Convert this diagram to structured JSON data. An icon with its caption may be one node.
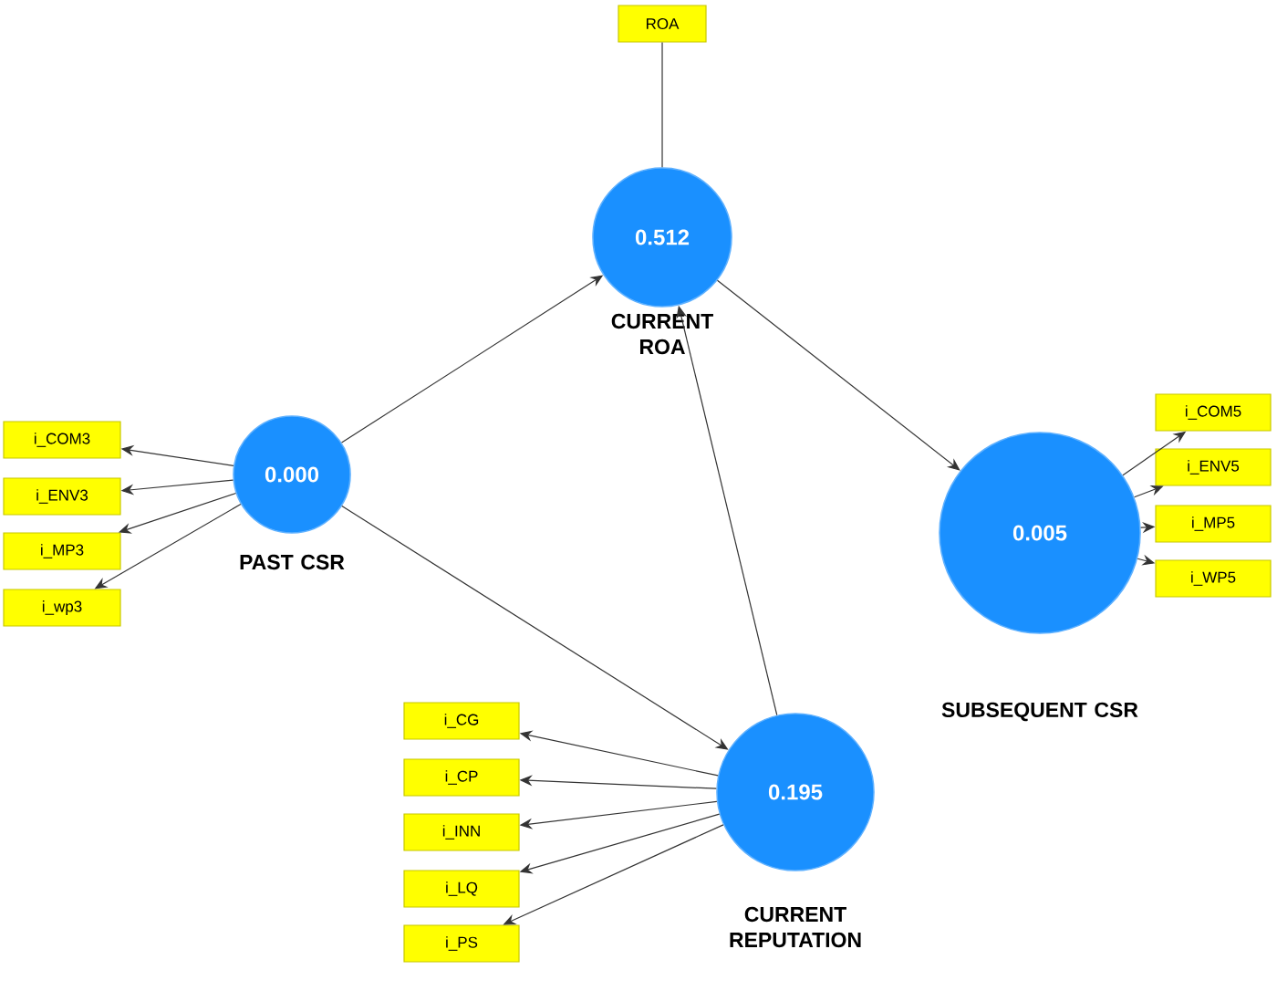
{
  "diagram": {
    "nodes": [
      {
        "text": [
          "ROA"
        ]
      },
      {
        "text": [
          "0.512",
          "CURRENT ROA"
        ]
      },
      {
        "text": [
          "i_COM3"
        ]
      },
      {
        "text": [
          "i_ENV3"
        ]
      },
      {
        "text": [
          "i_MP3"
        ]
      },
      {
        "text": [
          "i_wp3"
        ]
      },
      {
        "text": [
          "0.000",
          "PAST CSR"
        ]
      },
      {
        "text": [
          "i_COM5"
        ]
      },
      {
        "text": [
          "i_ENV5"
        ]
      },
      {
        "text": [
          "i_MP5"
        ]
      },
      {
        "text": [
          "i_WP5"
        ]
      },
      {
        "text": [
          "0.005",
          "SUBSEQUENT CSR"
        ]
      },
      {
        "text": [
          "0.195",
          "CURRENT REPUTATION"
        ]
      },
      {
        "text": [
          "i_CG"
        ]
      },
      {
        "text": [
          "i_CP"
        ]
      },
      {
        "text": [
          "i_INN"
        ]
      },
      {
        "text": [
          "i_LQ"
        ]
      },
      {
        "text": [
          "i_PS"
        ]
      }
    ],
    "edges": [
      {
        "from": 1,
        "to": 0,
        "arrow": "none"
      },
      {
        "from": 6,
        "to": 2,
        "arrow": "to"
      },
      {
        "from": 6,
        "to": 3,
        "arrow": "to"
      },
      {
        "from": 6,
        "to": 4,
        "arrow": "to"
      },
      {
        "from": 6,
        "to": 5,
        "arrow": "to"
      },
      {
        "from": 6,
        "to": 1,
        "arrow": "to"
      },
      {
        "from": 6,
        "to": 12,
        "arrow": "to"
      },
      {
        "from": 12,
        "to": 1,
        "arrow": "to"
      },
      {
        "from": 1,
        "to": 11,
        "arrow": "to"
      },
      {
        "from": 11,
        "to": 7,
        "arrow": "to"
      },
      {
        "from": 11,
        "to": 8,
        "arrow": "to"
      },
      {
        "from": 11,
        "to": 9,
        "arrow": "to"
      },
      {
        "from": 11,
        "to": 10,
        "arrow": "to"
      },
      {
        "from": 12,
        "to": 13,
        "arrow": "to"
      },
      {
        "from": 12,
        "to": 14,
        "arrow": "to"
      },
      {
        "from": 12,
        "to": 15,
        "arrow": "to"
      },
      {
        "from": 12,
        "to": 16,
        "arrow": "to"
      },
      {
        "from": 12,
        "to": 17,
        "arrow": "to"
      }
    ]
  }
}
